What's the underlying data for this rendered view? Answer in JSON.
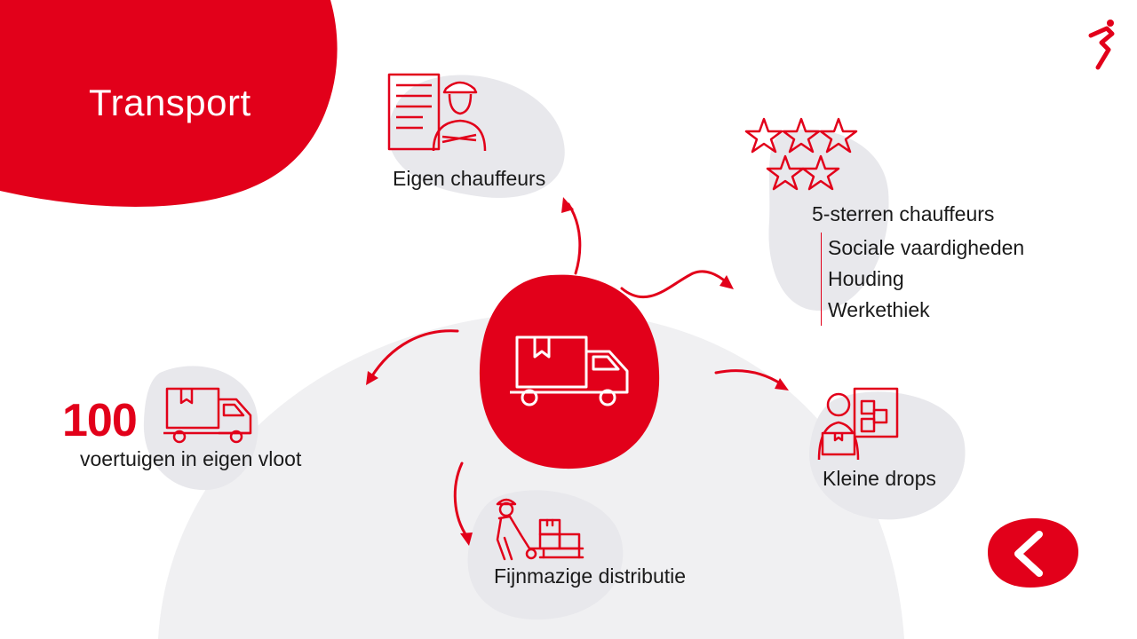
{
  "page": {
    "title": "Transport",
    "accent_color": "#e2001a",
    "blob_color": "#e8e8ec"
  },
  "center": {
    "icon": "delivery-truck-icon"
  },
  "features": {
    "eigen_chauffeurs": {
      "label": "Eigen chauffeurs",
      "icon": "driver-with-truck-icon"
    },
    "five_star": {
      "label": "5-sterren chauffeurs",
      "icon": "five-stars-icon",
      "subitems": [
        "Sociale vaardigheden",
        "Houding",
        "Werkethiek"
      ]
    },
    "kleine_drops": {
      "label": "Kleine drops",
      "icon": "courier-with-box-icon"
    },
    "fijnmazige": {
      "label": "Fijnmazige distributie",
      "icon": "worker-with-hand-truck-icon"
    },
    "vloot": {
      "number": "100",
      "label": "voertuigen in eigen vloot",
      "icon": "delivery-truck-icon"
    }
  },
  "nav": {
    "back_icon": "chevron-left-icon"
  },
  "brand": {
    "logo_icon": "runner-logo-icon"
  }
}
